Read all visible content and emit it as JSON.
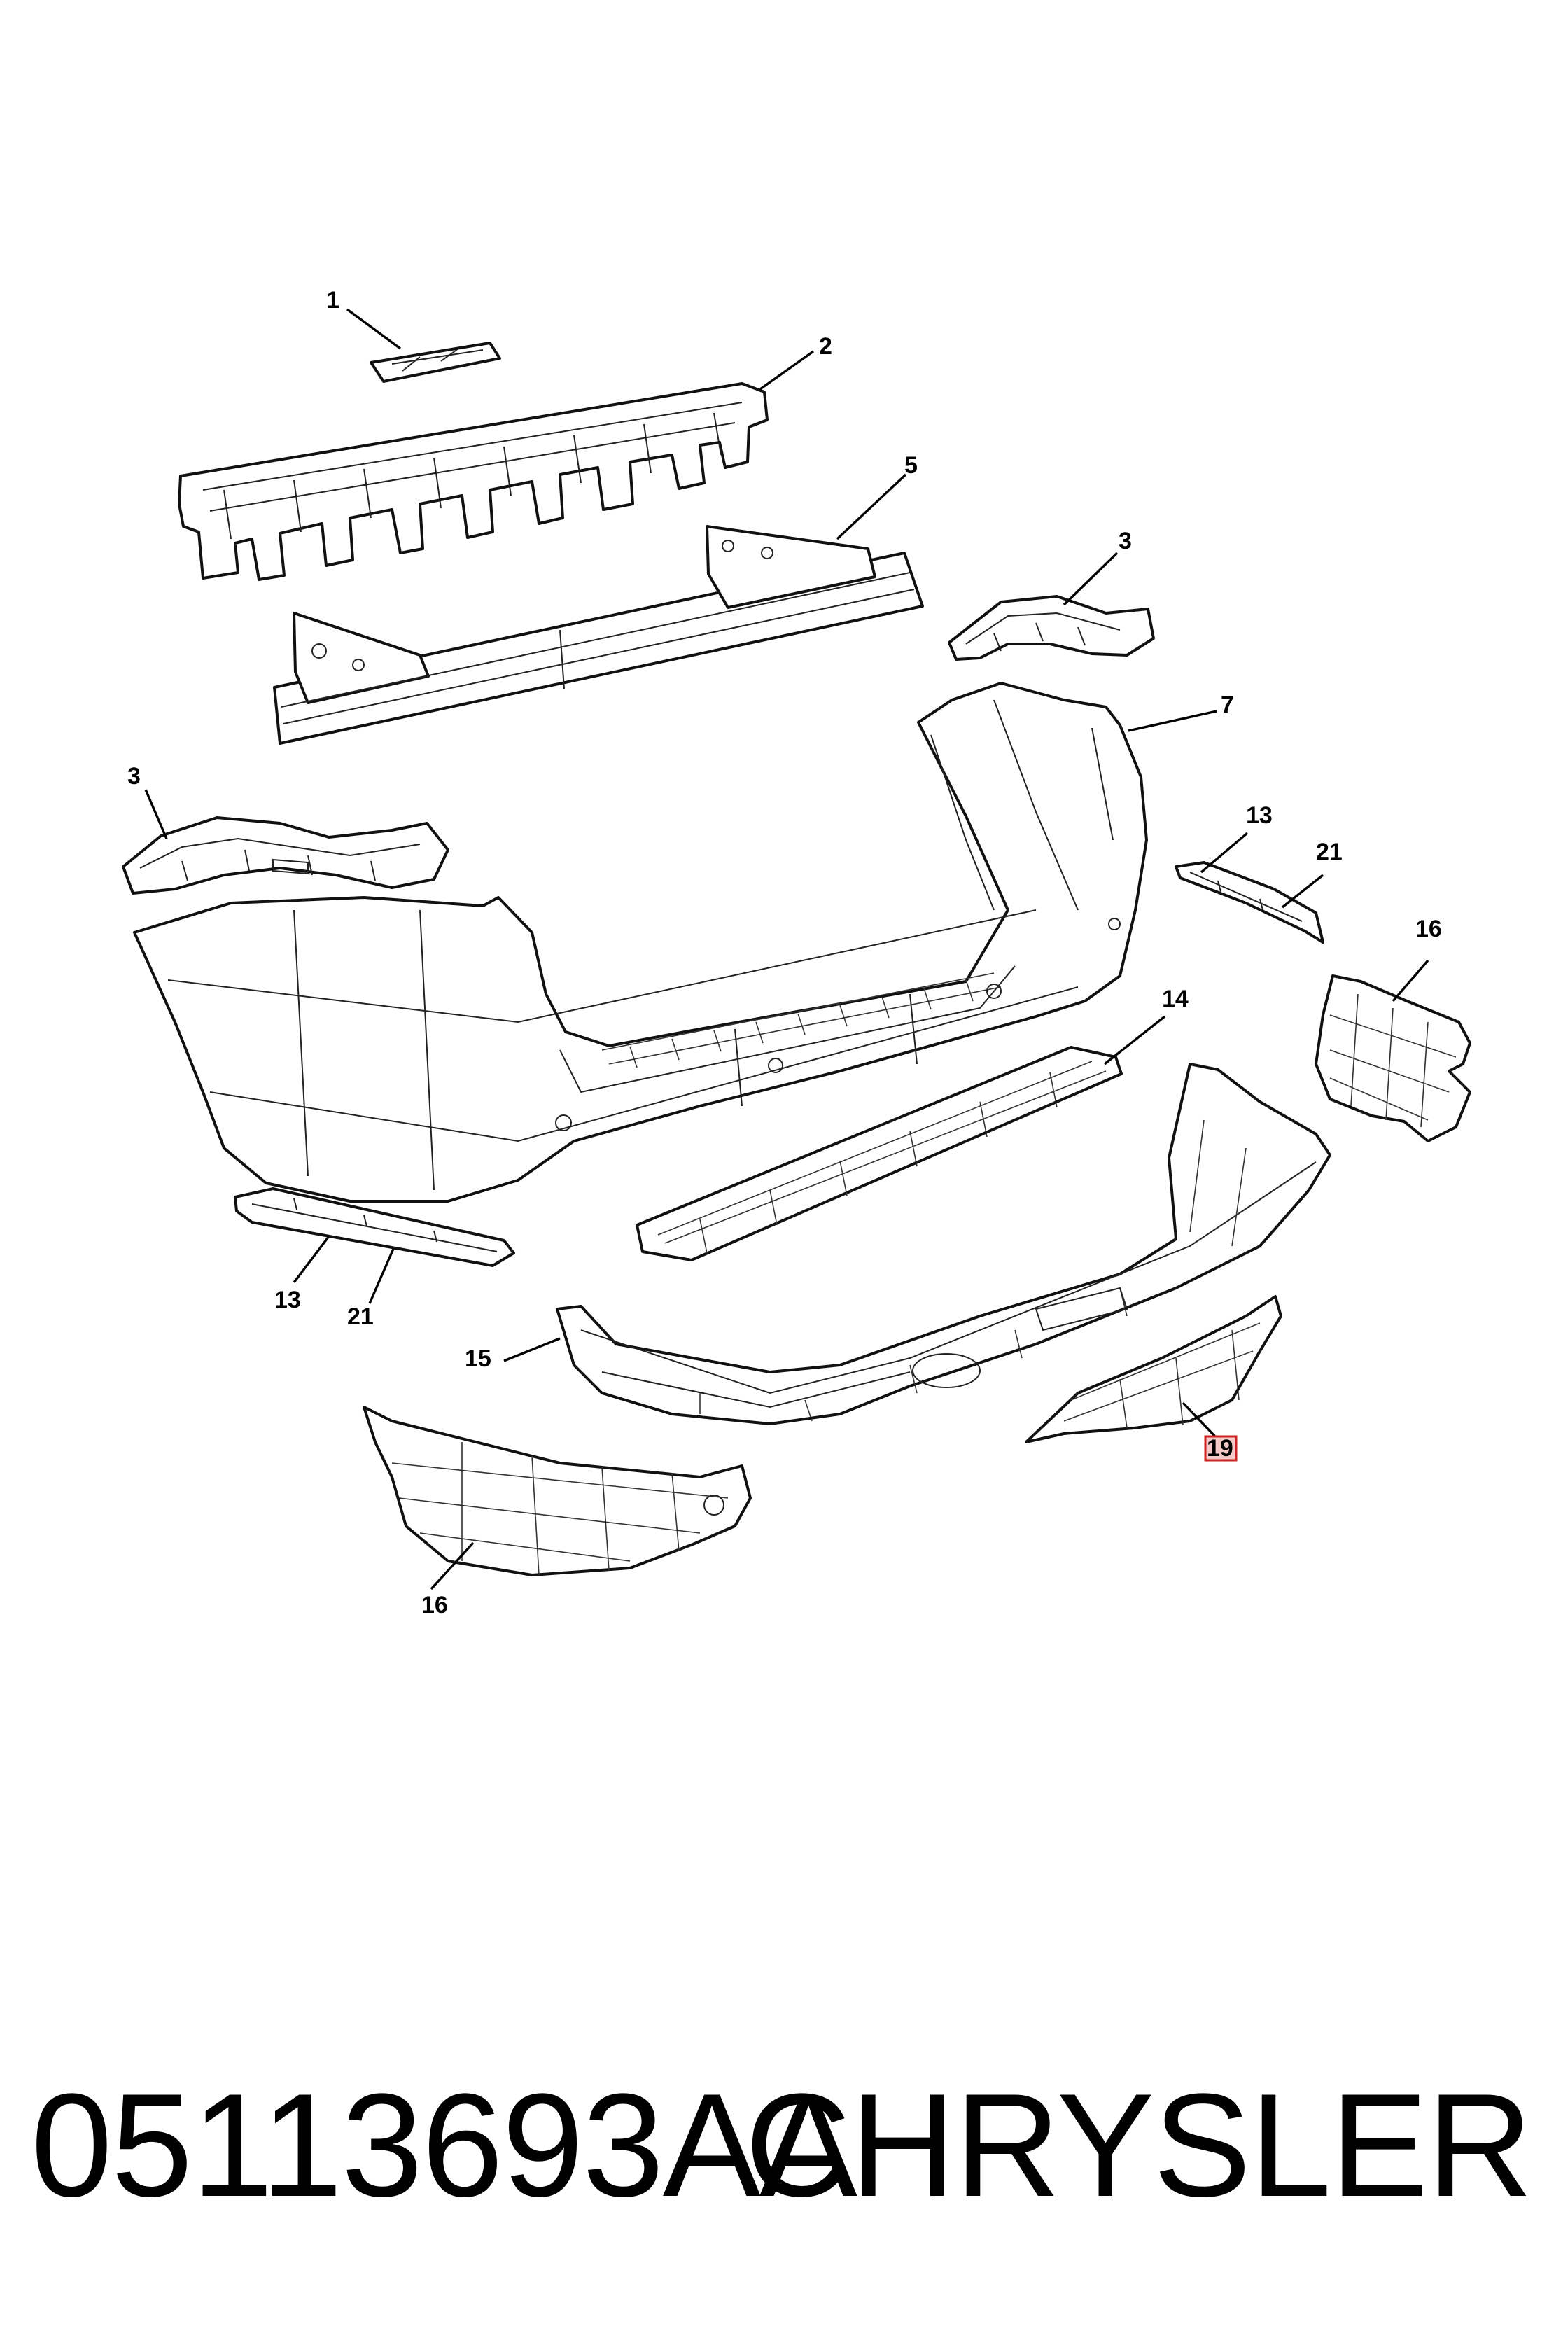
{
  "callouts": {
    "c1": "1",
    "c2": "2",
    "c3a": "3",
    "c3b": "3",
    "c5": "5",
    "c7": "7",
    "c13a": "13",
    "c13b": "13",
    "c14": "14",
    "c15": "15",
    "c16a": "16",
    "c16b": "16",
    "c19": "19",
    "c21a": "21",
    "c21b": "21"
  },
  "highlight": {
    "callout": "19",
    "color": "#cc2222"
  },
  "footer": {
    "part_number": "05113693AA",
    "brand": "CHRYSLER"
  }
}
